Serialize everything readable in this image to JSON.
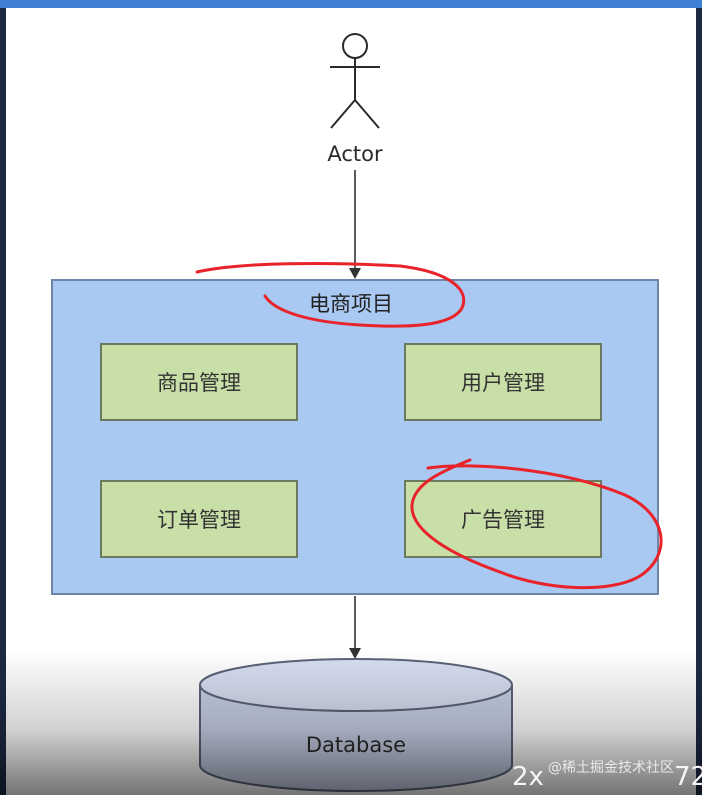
{
  "diagram": {
    "actor": {
      "label": "Actor"
    },
    "system": {
      "title": "电商项目",
      "modules": [
        "商品管理",
        "用户管理",
        "订单管理",
        "广告管理"
      ]
    },
    "database": {
      "label": "Database"
    }
  },
  "annotations": {
    "color": "#e8232a"
  },
  "overlay": {
    "watermark": "@稀土掘金技术社区",
    "speed": "2x",
    "counter": "72"
  },
  "colors": {
    "system_fill": "#a9c8f2",
    "module_fill": "#c9dfa8",
    "database_fill": "#c7d0e6"
  }
}
